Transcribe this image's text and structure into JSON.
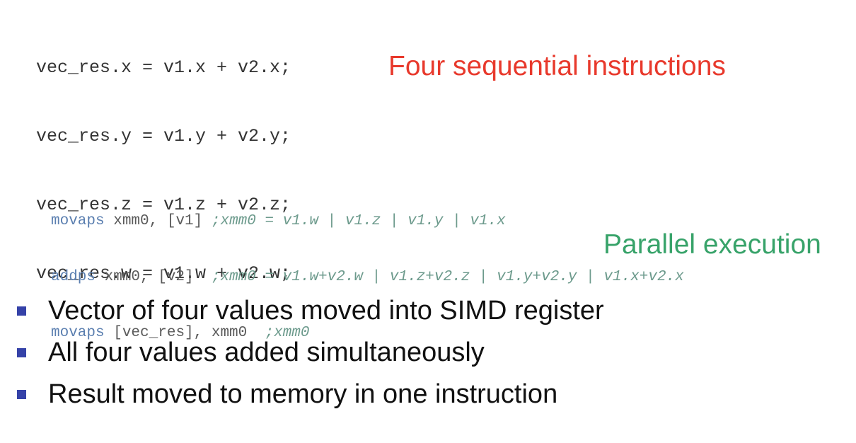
{
  "sequential_code": [
    "vec_res.x = v1.x + v2.x;",
    "vec_res.y = v1.y + v2.y;",
    "vec_res.z = v1.z + v2.z;",
    "vec_res.w = v1.w + v2.w;"
  ],
  "sequential_caption": "Four sequential instructions",
  "simd_code": [
    {
      "instr": "movaps",
      "operands": " xmm0, [v1] ",
      "comment": ";xmm0 = v1.w | v1.z | v1.y | v1.x"
    },
    {
      "instr": "addps",
      "operands": " xmm0, [v2]  ",
      "comment": ";xmm0 = v1.w+v2.w | v1.z+v2.z | v1.y+v2.y | v1.x+v2.x"
    },
    {
      "instr": "movaps",
      "operands": " [vec_res], xmm0  ",
      "comment": ";xmm0"
    }
  ],
  "parallel_caption": "Parallel execution",
  "bullets": [
    "Vector of four values moved into SIMD register",
    "All four values added simultaneously",
    "Result moved to memory in one instruction"
  ],
  "colors": {
    "sequential_caption": "#e8392c",
    "parallel_caption": "#38a36a",
    "bullet_marker": "#3542a8"
  }
}
